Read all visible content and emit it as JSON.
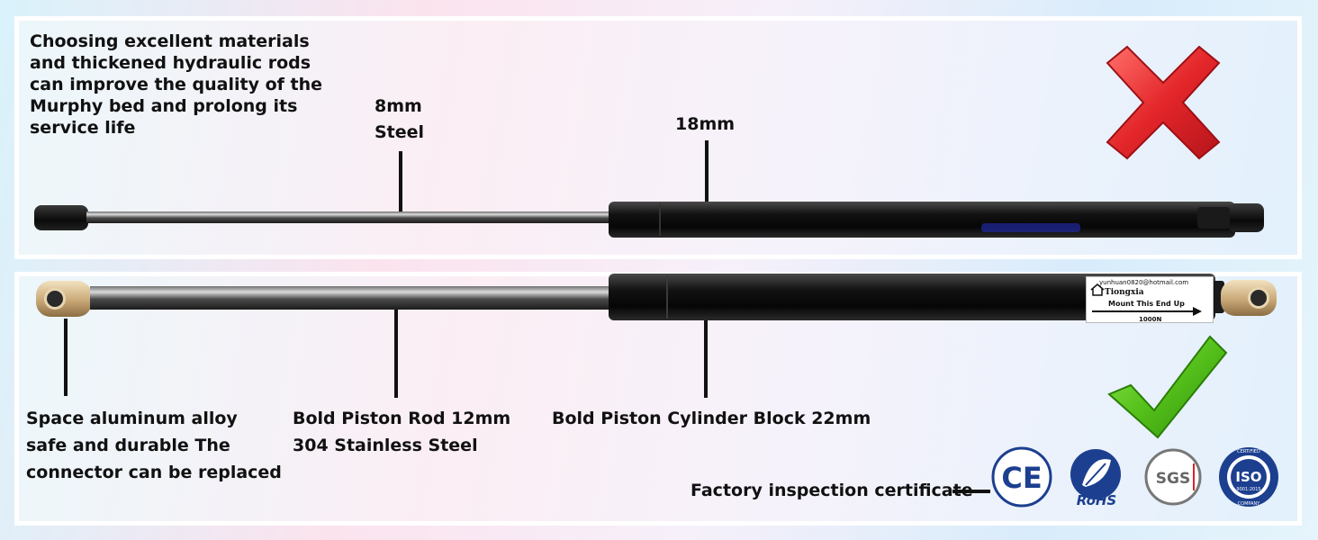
{
  "top_panel": {
    "intro_lines": [
      "Choosing excellent materials",
      "and thickened hydraulic rods",
      "can improve the quality of the",
      "Murphy bed and prolong its",
      "service life"
    ],
    "rod_label_lines": [
      "8mm",
      "Steel"
    ],
    "cylinder_label": "18mm",
    "status_icon": "red-x-icon"
  },
  "bottom_panel": {
    "connector_lines": [
      "Space aluminum alloy",
      "safe and durable The",
      "connector can be replaced"
    ],
    "rod_lines": [
      "Bold Piston Rod 12mm",
      "304 Stainless Steel"
    ],
    "cylinder_label": "Bold Piston Cylinder Block 22mm",
    "status_icon": "green-check-icon",
    "product_label": {
      "email": "yunhuan0820@hotmail.com",
      "brand": "Tiongxia",
      "mount": "Mount This End Up",
      "force": "1000N"
    },
    "certificate_text": "Factory inspection certificate",
    "certificates": [
      "CE",
      "RoHS",
      "SGS",
      "ISO"
    ],
    "iso_standard": "9001:2015",
    "iso_ring_top": "CERTIFIED",
    "iso_ring_bottom": "COMPANY"
  },
  "colors": {
    "cross_red": "#d8232a",
    "check_green": "#5cc21f",
    "cert_blue": "#1c3f8f"
  }
}
